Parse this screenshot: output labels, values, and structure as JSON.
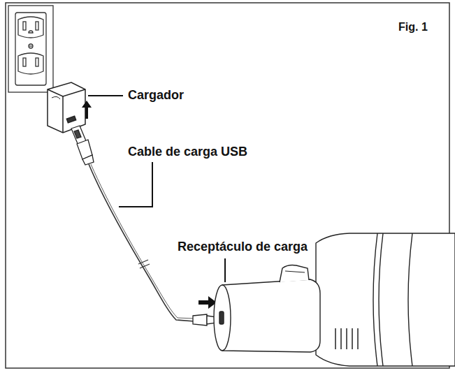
{
  "diagram": {
    "labels": [
      "Fig. 1",
      "Cargador",
      "Cable de carga USB",
      "Receptáculo de carga"
    ]
  }
}
